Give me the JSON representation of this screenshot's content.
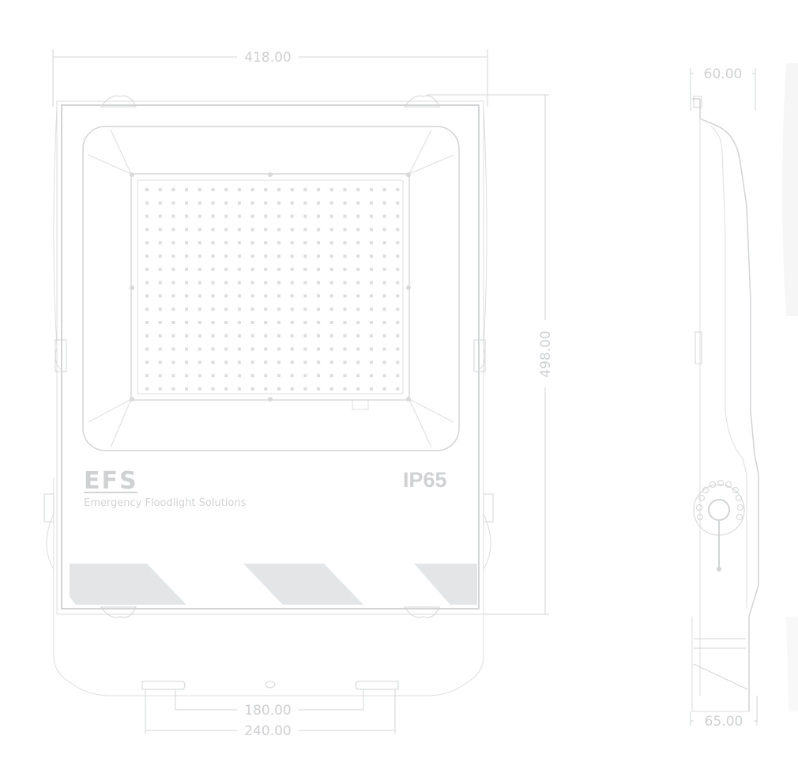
{
  "dimensions": {
    "width": "418.00",
    "height": "498.00",
    "depth_top": "60.00",
    "depth_bottom": "65.00",
    "bracket_inner": "180.00",
    "bracket_outer": "240.00"
  },
  "branding": {
    "logo": "EFS",
    "tagline": "Emergency Floodlight Solutions",
    "rating": "IP65"
  },
  "colors": {
    "line": "#d3d4d6",
    "hatch": "#e4e5e7"
  }
}
